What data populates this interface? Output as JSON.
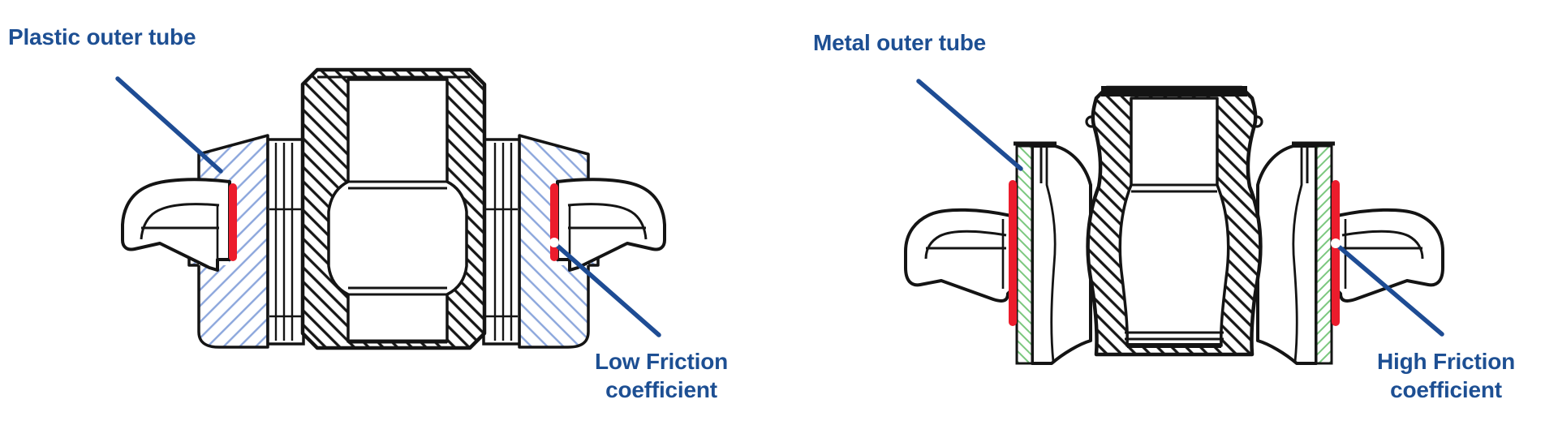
{
  "figure": {
    "plastic_diagram": {
      "tube_label": "Plastic outer tube",
      "friction_label": {
        "line1": "Low Friction",
        "line2": "coefficient"
      }
    },
    "metal_diagram": {
      "tube_label": "Metal outer tube",
      "friction_label": {
        "line1": "High Friction",
        "line2": "coefficient"
      }
    },
    "colors": {
      "label_text": "#1d4f93",
      "leader_line": "#1e4c94",
      "friction_highlight_red": "#ec1c2c",
      "plastic_hatch_blue": "#8ba6dc",
      "metal_hatch_green": "#7cc87f",
      "drawing_outline": "#141414"
    }
  }
}
